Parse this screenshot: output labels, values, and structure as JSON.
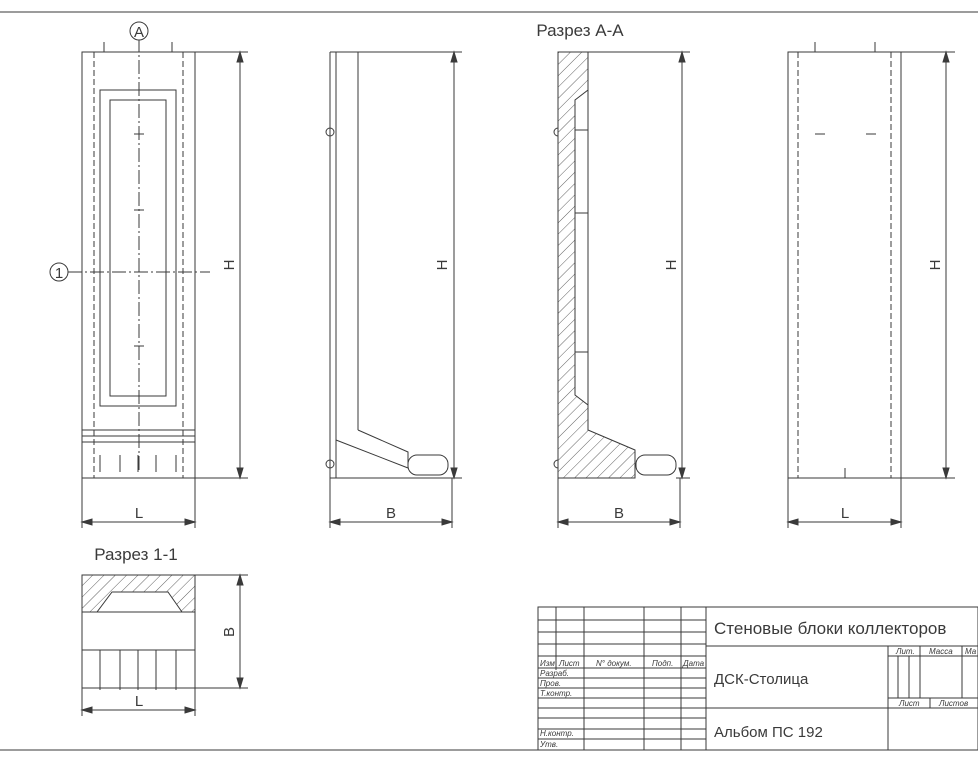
{
  "drawing": {
    "section_aa_title": "Разрез А-А",
    "section_11_title": "Разрез 1-1",
    "marker_a": "А",
    "marker_1": "1",
    "dim_h": "H",
    "dim_l": "L",
    "dim_b": "B"
  },
  "title_block": {
    "name": "Стеновые блоки коллекторов",
    "organization": "ДСК-Столица",
    "album": "Альбом ПС 192",
    "col_izm": "Изм",
    "col_list": "Лист",
    "col_ndokum": "N° докум.",
    "col_podp": "Подп.",
    "col_data": "Дата",
    "row_razrab": "Разраб.",
    "row_prov": "Пров.",
    "row_tkontr": "Т.контр.",
    "row_nkontr": "Н.контр.",
    "row_utv": "Утв.",
    "lit": "Лит.",
    "massa": "Масса",
    "masshtab": "Ма",
    "list": "Лист",
    "listov": "Листов"
  },
  "colors": {
    "line": "#3a3a3a",
    "paper": "#ffffff"
  }
}
